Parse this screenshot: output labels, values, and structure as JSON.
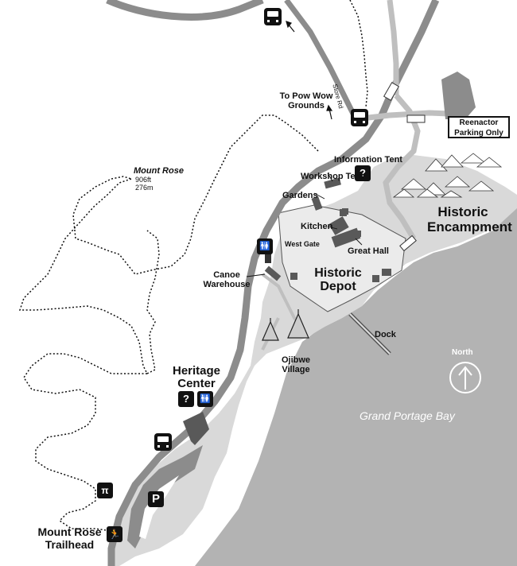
{
  "labels": {
    "to_pow_wow": "To Pow Wow Grounds",
    "store_rd": "Store Rd",
    "reenactor": "Reenactor Parking Only",
    "information_tent": "Information Tent",
    "workshop_tent": "Workshop Tent",
    "gardens": "Gardens",
    "kitchen": "Kitchen",
    "great_hall": "Great Hall",
    "west_gate": "West Gate",
    "historic_depot": "Historic Depot",
    "historic_encampment": "Historic Encampment",
    "canoe_warehouse": "Canoe Warehouse",
    "dock": "Dock",
    "ojibwe_village": "Ojibwe Village",
    "heritage_center": "Heritage Center",
    "mount_rose": "Mount Rose",
    "mount_rose_ft": "906ft",
    "mount_rose_m": "276m",
    "north": "North",
    "grand_portage_bay": "Grand Portage Bay",
    "mount_rose_trailhead": "Mount Rose Trailhead"
  },
  "icons": {
    "info": "?",
    "parking": "P",
    "restroom": "restroom-icon",
    "picnic": "picnic-table-icon",
    "hiker": "hiker-icon",
    "bus": "bus-icon"
  },
  "colors": {
    "water": "#b3b3b3",
    "land_light": "#d9d9d9",
    "road": "#8c8c8c",
    "building": "#595959"
  }
}
